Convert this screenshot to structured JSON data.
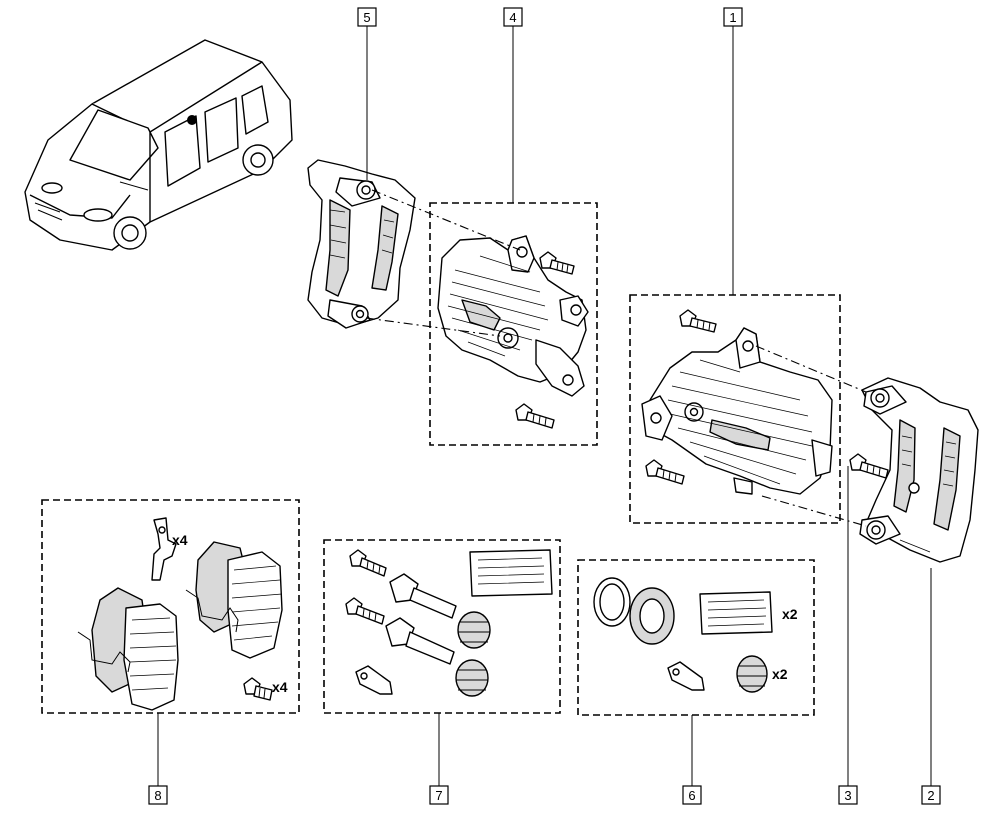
{
  "callouts": [
    {
      "id": "1",
      "label": "1"
    },
    {
      "id": "2",
      "label": "2"
    },
    {
      "id": "3",
      "label": "3"
    },
    {
      "id": "4",
      "label": "4"
    },
    {
      "id": "5",
      "label": "5"
    },
    {
      "id": "6",
      "label": "6"
    },
    {
      "id": "7",
      "label": "7"
    },
    {
      "id": "8",
      "label": "8"
    }
  ],
  "quantities": {
    "pad_clips": "x4",
    "pad_bolts": "x4",
    "kit6_grease": "x2",
    "kit6_boots": "x2"
  }
}
